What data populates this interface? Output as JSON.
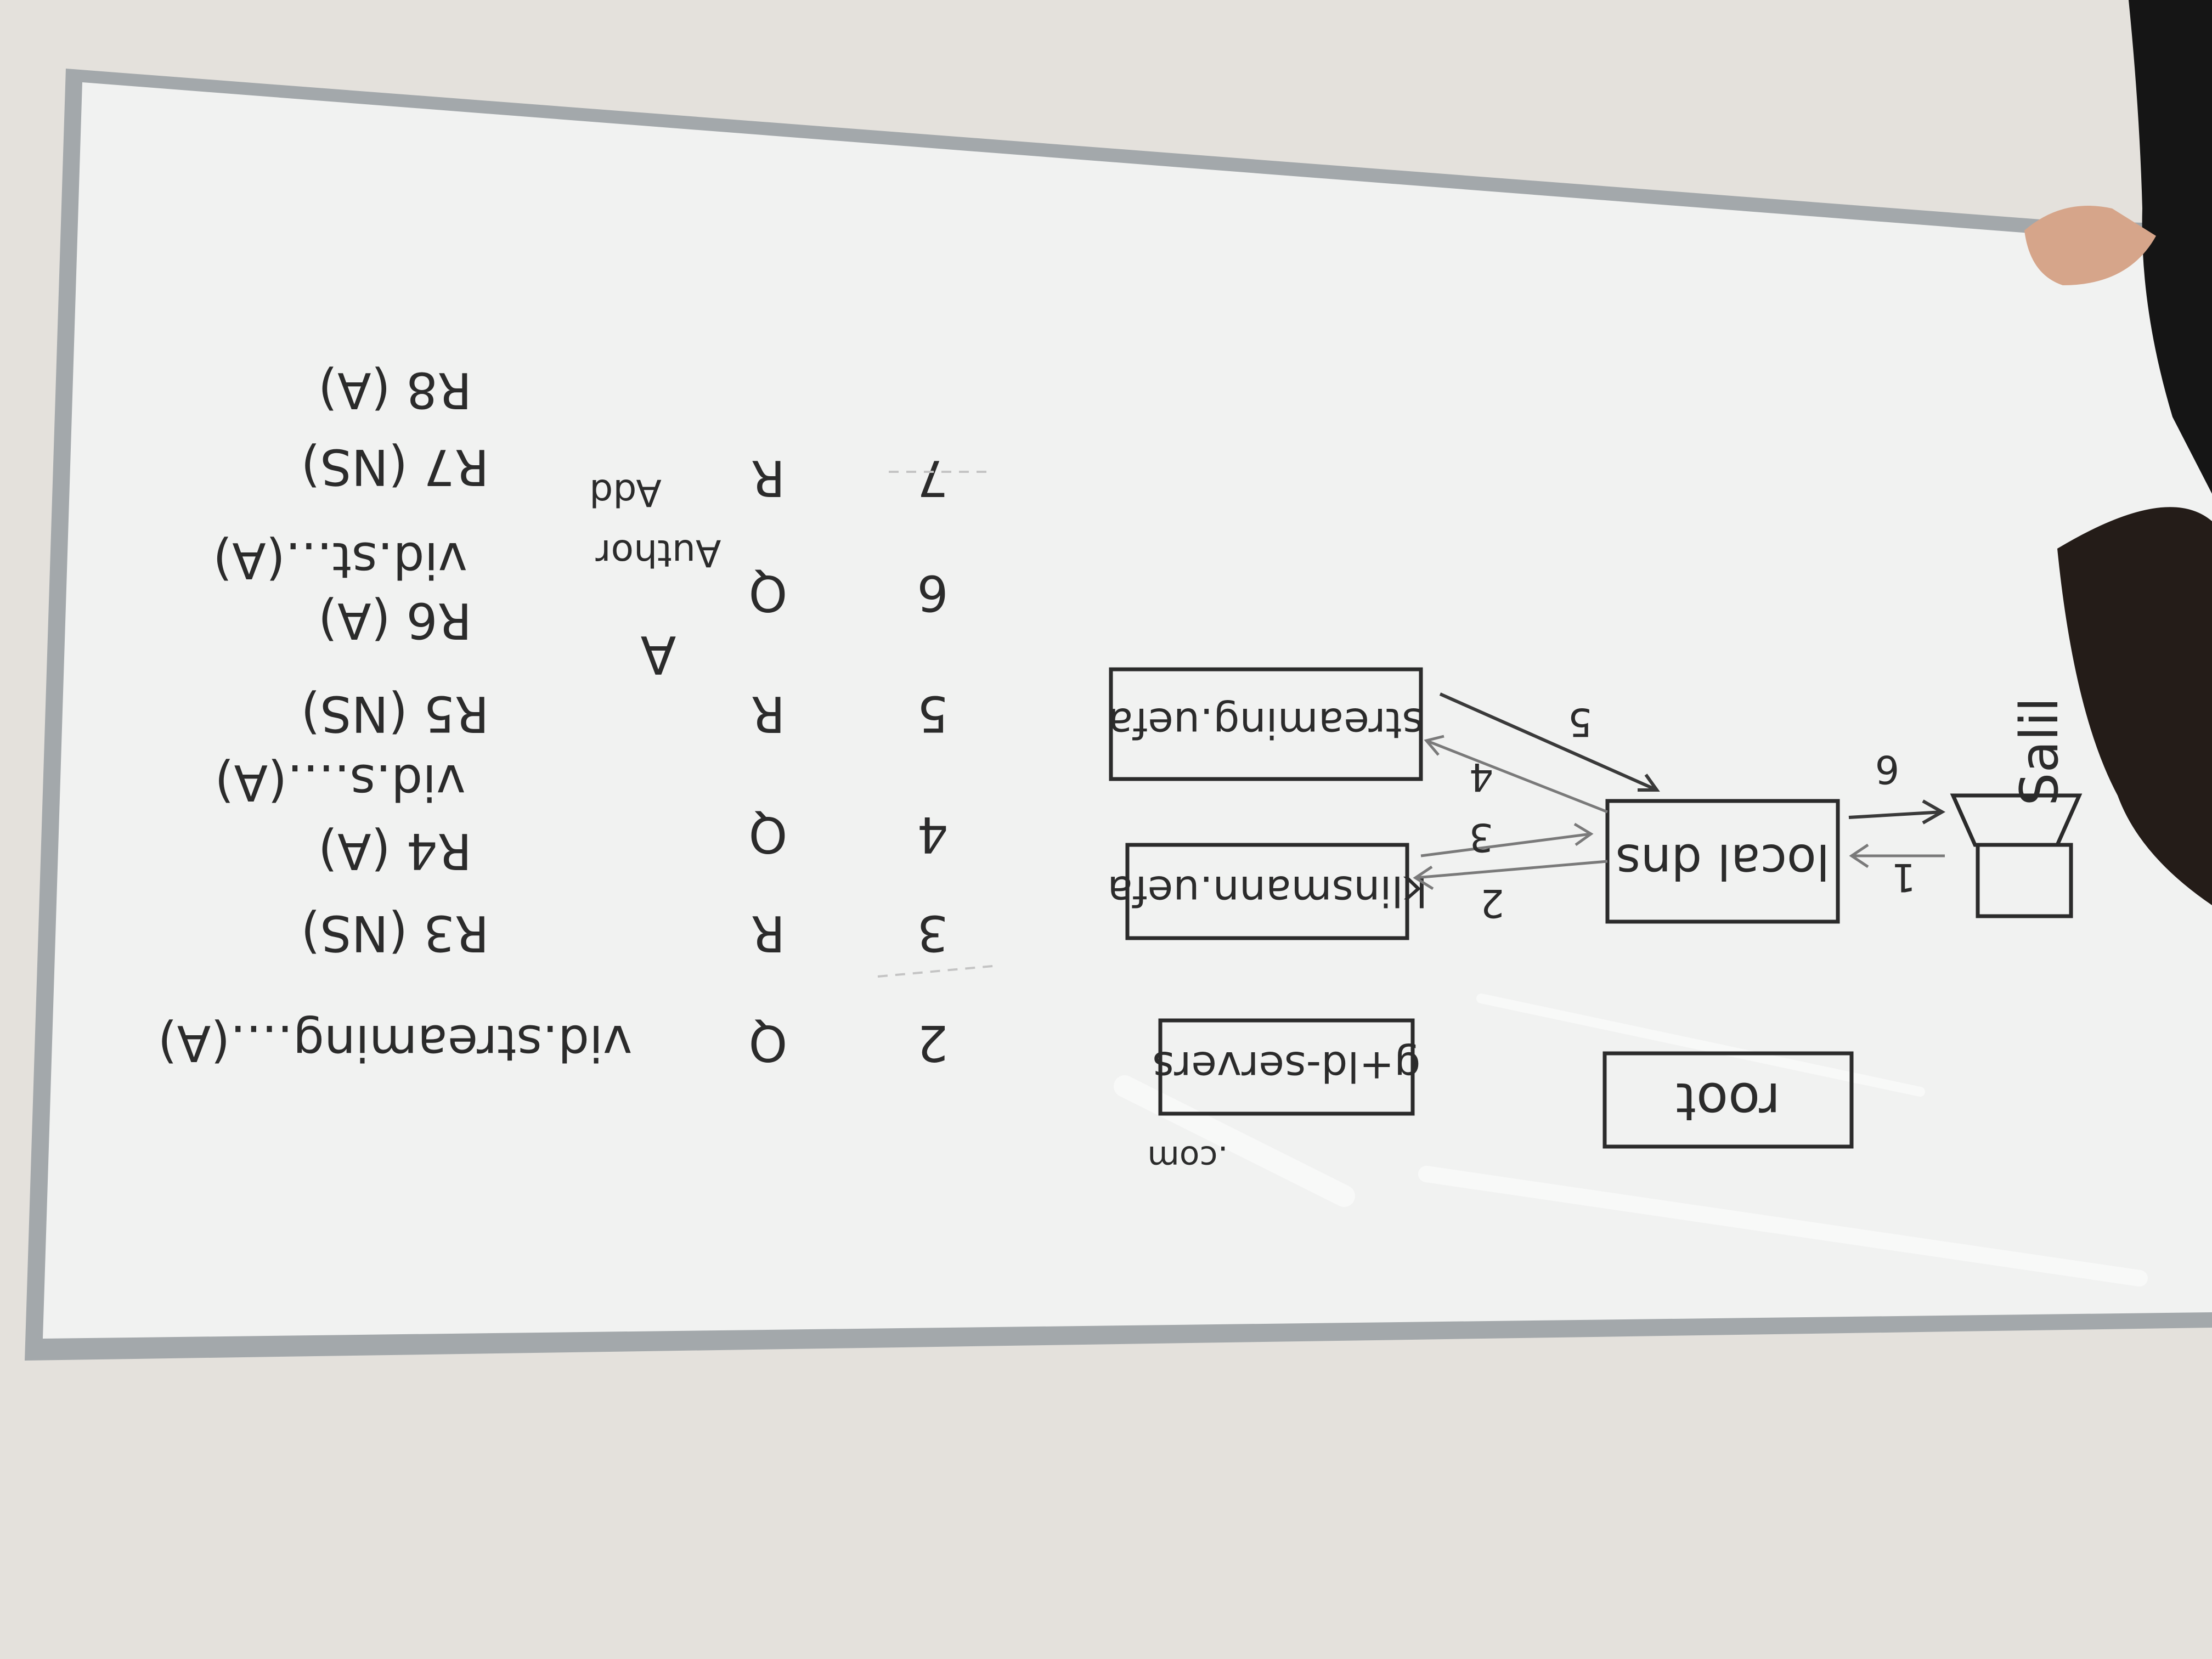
{
  "whiteboard": {
    "surface_color": "#f1f2f1",
    "frame_color": "#9aa0a3",
    "ink_color": "#2b2b2b"
  },
  "diagram": {
    "boxes": {
      "root": "root",
      "gtld": "g+ld-servers",
      "klinsmann": "klinsmann.uefa",
      "local_dns": "local dns",
      "streaming": "streaming.uefa"
    },
    "client_label": "Salil",
    "domain_fragment": ".com",
    "arrow_labels": [
      "1",
      "2",
      "3",
      "4",
      "5",
      "6"
    ]
  },
  "trace": {
    "rows": [
      {
        "step": "2",
        "type": "Q",
        "detail": "vid.streaming....(A)"
      },
      {
        "step": "3",
        "type": "R",
        "detail": "R3 (NS)"
      },
      {
        "step": "4",
        "type": "Q",
        "detail": "R4 (A)"
      },
      {
        "step": "",
        "type": "",
        "detail": "vid.s....(A)"
      },
      {
        "step": "5",
        "type": "R",
        "detail": "R5 (NS)"
      },
      {
        "step": "6",
        "type": "Q",
        "detail": "R6 (A)"
      },
      {
        "step": "",
        "type": "",
        "detail": "vid.st...(A)"
      },
      {
        "step": "7",
        "type": "R",
        "detail": "R7 (NS)"
      },
      {
        "step": "",
        "type": "",
        "detail": "R8 (A)"
      }
    ],
    "column_a": "A",
    "author_label": "Author",
    "add_label": "Add"
  }
}
